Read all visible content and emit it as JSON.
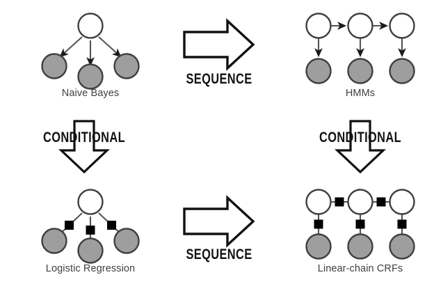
{
  "figure": {
    "title": "Generative-discriminative / sequence model relationships",
    "background_color": "#ffffff",
    "node_colors": {
      "hidden_node_fill": "#ffffff",
      "observed_node_fill": "#9e9e9e",
      "node_stroke": "#3f3f3f",
      "factor_fill": "#000000",
      "edge_color": "#555555",
      "arrow_outline": "#111111",
      "caption_color": "#404040"
    }
  },
  "panels": [
    {
      "id": "naive-bayes",
      "caption": "Naive Bayes",
      "type": "directed-tree",
      "nodes": [
        {
          "name": "y",
          "kind": "hidden",
          "shape": "circle"
        },
        {
          "name": "x1",
          "kind": "observed",
          "shape": "circle"
        },
        {
          "name": "x2",
          "kind": "observed",
          "shape": "circle"
        },
        {
          "name": "x3",
          "kind": "observed",
          "shape": "circle"
        }
      ],
      "edges": [
        {
          "from": "y",
          "to": "x1",
          "style": "arrow"
        },
        {
          "from": "y",
          "to": "x2",
          "style": "arrow"
        },
        {
          "from": "y",
          "to": "x3",
          "style": "arrow"
        }
      ]
    },
    {
      "id": "hmms",
      "caption": "HMMs",
      "type": "directed-chain",
      "nodes": [
        {
          "name": "y1",
          "kind": "hidden",
          "shape": "circle"
        },
        {
          "name": "y2",
          "kind": "hidden",
          "shape": "circle"
        },
        {
          "name": "y3",
          "kind": "hidden",
          "shape": "circle"
        },
        {
          "name": "x1",
          "kind": "observed",
          "shape": "circle"
        },
        {
          "name": "x2",
          "kind": "observed",
          "shape": "circle"
        },
        {
          "name": "x3",
          "kind": "observed",
          "shape": "circle"
        }
      ],
      "edges": [
        {
          "from": "y1",
          "to": "y2",
          "style": "arrow"
        },
        {
          "from": "y2",
          "to": "y3",
          "style": "arrow"
        },
        {
          "from": "y1",
          "to": "x1",
          "style": "arrow"
        },
        {
          "from": "y2",
          "to": "x2",
          "style": "arrow"
        },
        {
          "from": "y3",
          "to": "x3",
          "style": "arrow"
        }
      ]
    },
    {
      "id": "logistic-regression",
      "caption": "Logistic Regression",
      "type": "factor-tree",
      "nodes": [
        {
          "name": "y",
          "kind": "hidden",
          "shape": "circle"
        },
        {
          "name": "x1",
          "kind": "observed",
          "shape": "circle"
        },
        {
          "name": "x2",
          "kind": "observed",
          "shape": "circle"
        },
        {
          "name": "x3",
          "kind": "observed",
          "shape": "circle"
        },
        {
          "name": "f1",
          "kind": "factor",
          "shape": "square"
        },
        {
          "name": "f2",
          "kind": "factor",
          "shape": "square"
        },
        {
          "name": "f3",
          "kind": "factor",
          "shape": "square"
        }
      ],
      "edges": [
        {
          "from": "y",
          "to": "x1",
          "style": "undirected",
          "factor": "f1"
        },
        {
          "from": "y",
          "to": "x2",
          "style": "undirected",
          "factor": "f2"
        },
        {
          "from": "y",
          "to": "x3",
          "style": "undirected",
          "factor": "f3"
        }
      ]
    },
    {
      "id": "linear-chain-crfs",
      "caption": "Linear-chain CRFs",
      "type": "factor-chain",
      "nodes": [
        {
          "name": "y1",
          "kind": "hidden",
          "shape": "circle"
        },
        {
          "name": "y2",
          "kind": "hidden",
          "shape": "circle"
        },
        {
          "name": "y3",
          "kind": "hidden",
          "shape": "circle"
        },
        {
          "name": "x1",
          "kind": "observed",
          "shape": "circle"
        },
        {
          "name": "x2",
          "kind": "observed",
          "shape": "circle"
        },
        {
          "name": "x3",
          "kind": "observed",
          "shape": "circle"
        },
        {
          "name": "f12",
          "kind": "factor",
          "shape": "square"
        },
        {
          "name": "f23",
          "kind": "factor",
          "shape": "square"
        },
        {
          "name": "g1",
          "kind": "factor",
          "shape": "square"
        },
        {
          "name": "g2",
          "kind": "factor",
          "shape": "square"
        },
        {
          "name": "g3",
          "kind": "factor",
          "shape": "square"
        }
      ],
      "edges": [
        {
          "from": "y1",
          "to": "y2",
          "style": "undirected",
          "factor": "f12"
        },
        {
          "from": "y2",
          "to": "y3",
          "style": "undirected",
          "factor": "f23"
        },
        {
          "from": "y1",
          "to": "x1",
          "style": "undirected",
          "factor": "g1"
        },
        {
          "from": "y2",
          "to": "x2",
          "style": "undirected",
          "factor": "g2"
        },
        {
          "from": "y3",
          "to": "x3",
          "style": "undirected",
          "factor": "g3"
        }
      ]
    }
  ],
  "transitions": [
    {
      "id": "sequence-top",
      "label": "SEQUENCE",
      "direction": "right",
      "from_panel": "naive-bayes",
      "to_panel": "hmms"
    },
    {
      "id": "conditional-left",
      "label": "CONDITIONAL",
      "direction": "down",
      "from_panel": "naive-bayes",
      "to_panel": "logistic-regression"
    },
    {
      "id": "conditional-right",
      "label": "CONDITIONAL",
      "direction": "down",
      "from_panel": "hmms",
      "to_panel": "linear-chain-crfs"
    },
    {
      "id": "sequence-bottom",
      "label": "SEQUENCE",
      "direction": "right",
      "from_panel": "logistic-regression",
      "to_panel": "linear-chain-crfs"
    }
  ]
}
